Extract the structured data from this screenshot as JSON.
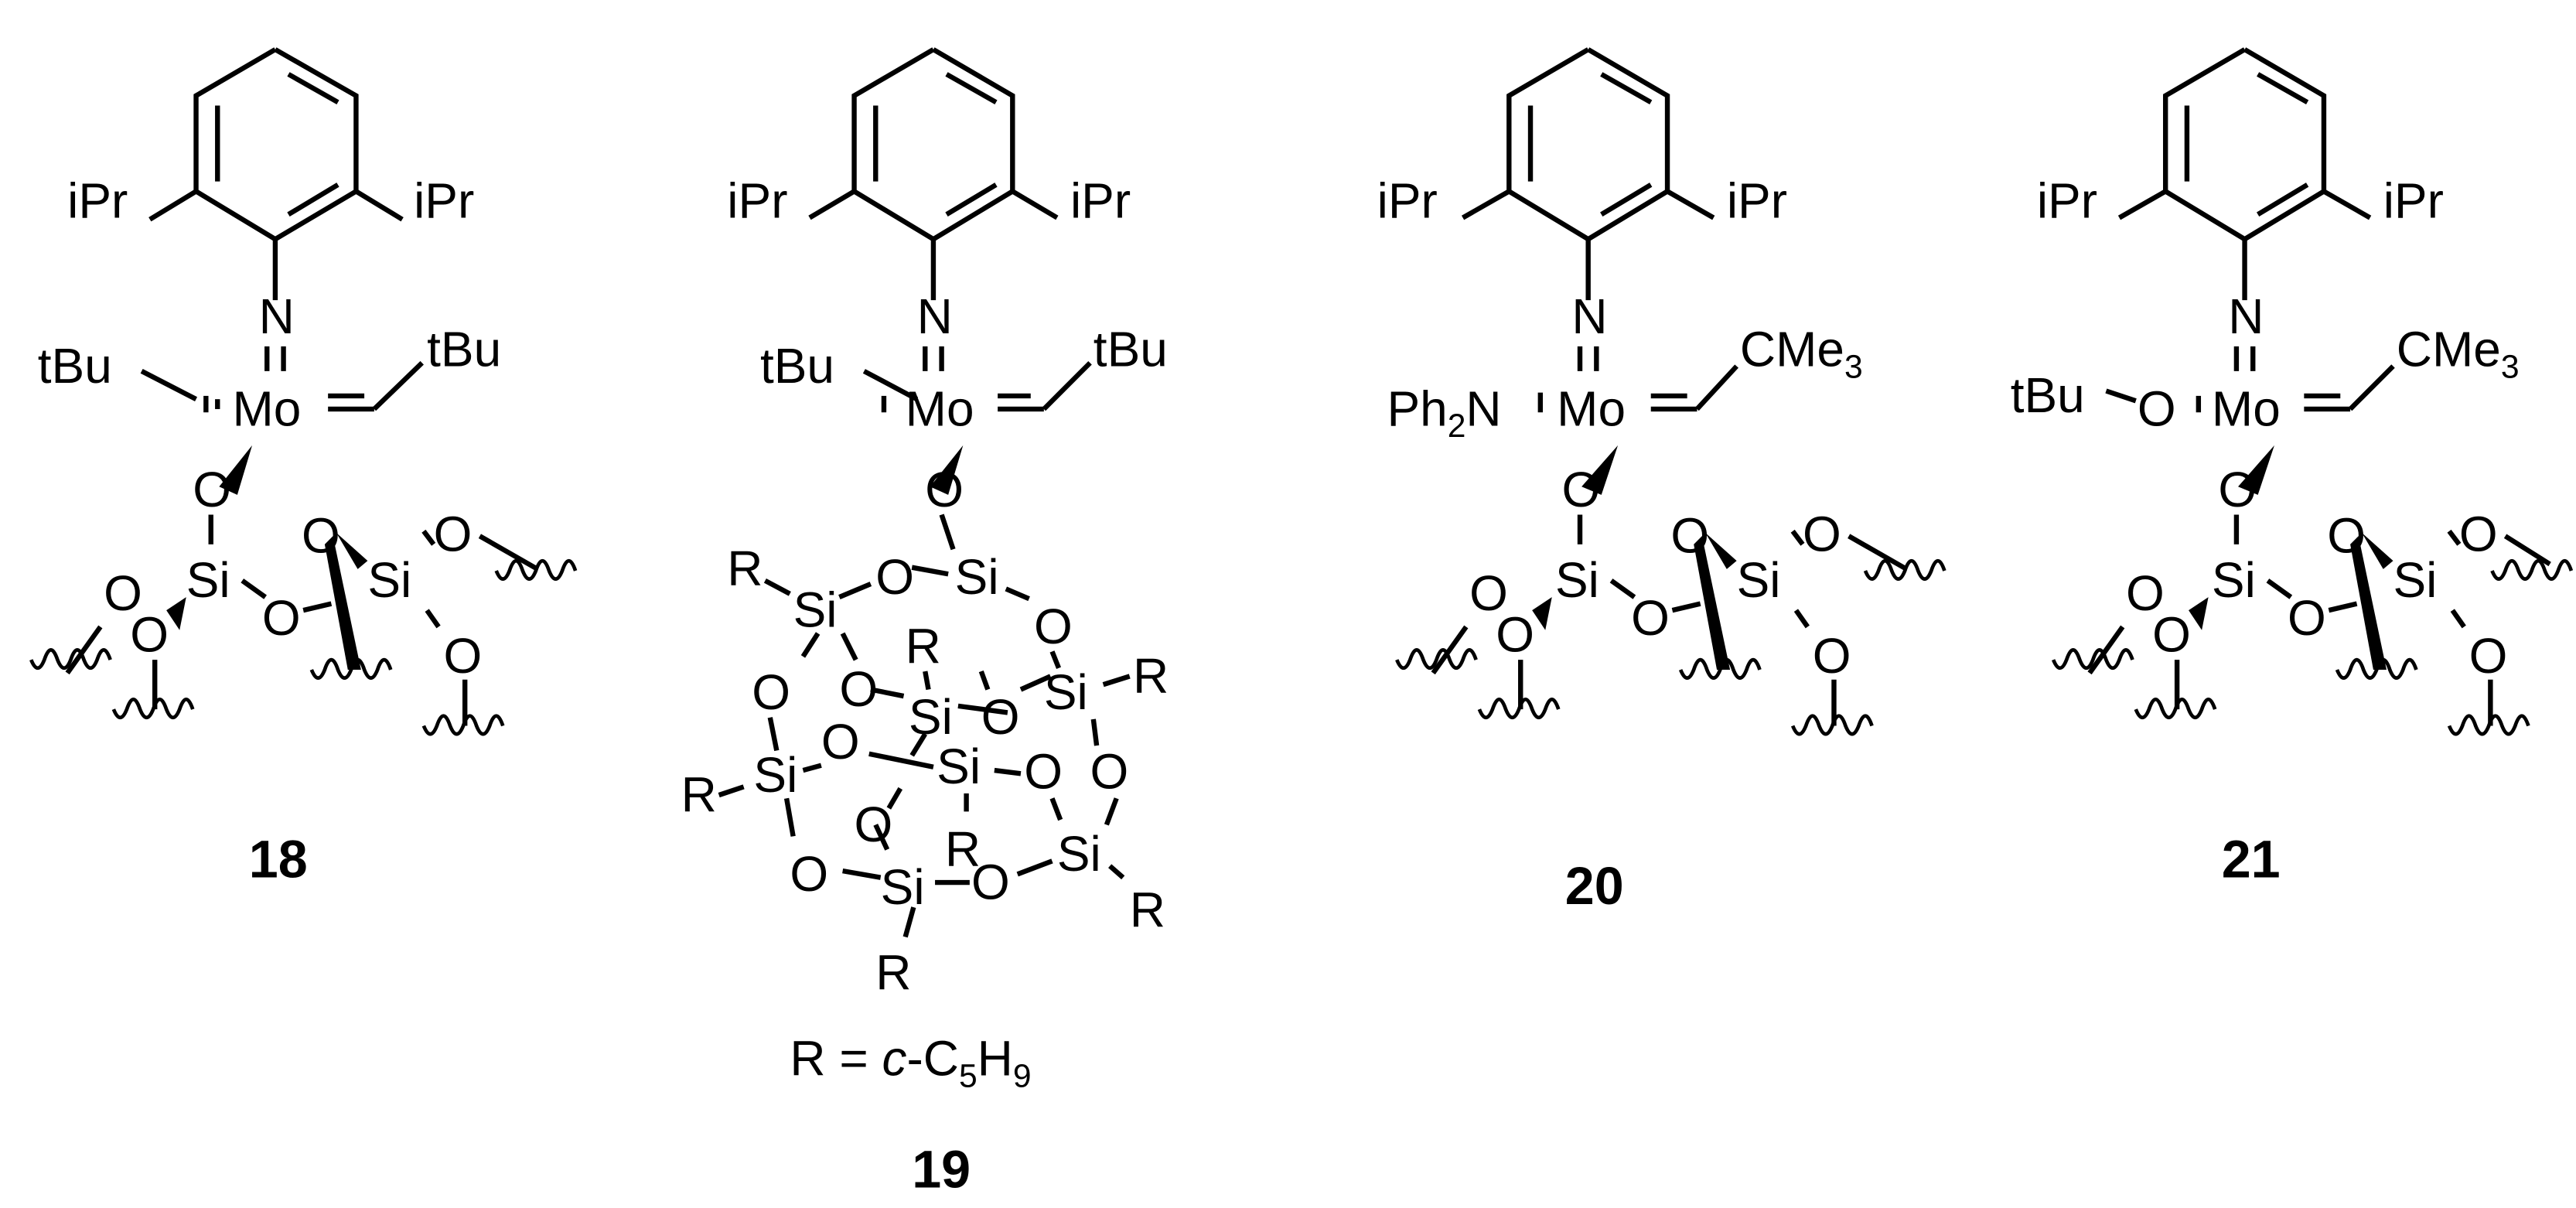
{
  "figure": {
    "background": "#ffffff",
    "ink": "#000000",
    "compounds": [
      {
        "id": "18",
        "label": "18",
        "aryl_substituents": [
          "iPr",
          "iPr"
        ],
        "imido_atom": "N",
        "metal": "Mo",
        "ligand_left": "tBu",
        "alkylidene_group": "tBu",
        "surface_atoms": {
          "o_mo": "O",
          "si1": "Si",
          "si2": "Si",
          "o": "O"
        }
      },
      {
        "id": "19",
        "label": "19",
        "aryl_substituents": [
          "iPr",
          "iPr"
        ],
        "imido_atom": "N",
        "metal": "Mo",
        "ligand_left": "tBu",
        "alkylidene_group": "tBu",
        "cage_atoms": {
          "si": "Si",
          "o": "O",
          "r": "R"
        },
        "r_definition": {
          "prefix": "R = ",
          "italic": "c",
          "rest": "-C",
          "sub1": "5",
          "mid": "H",
          "sub2": "9"
        }
      },
      {
        "id": "20",
        "label": "20",
        "aryl_substituents": [
          "iPr",
          "iPr"
        ],
        "imido_atom": "N",
        "metal": "Mo",
        "ligand_left": {
          "main": "Ph",
          "sub": "2",
          "tail": "N"
        },
        "alkylidene_group": {
          "main": "CMe",
          "sub": "3"
        },
        "surface_atoms": {
          "o_mo": "O",
          "si1": "Si",
          "si2": "Si",
          "o": "O"
        }
      },
      {
        "id": "21",
        "label": "21",
        "aryl_substituents": [
          "iPr",
          "iPr"
        ],
        "imido_atom": "N",
        "metal": "Mo",
        "ligand_left": {
          "tbu": "tBu",
          "o": "O"
        },
        "alkylidene_group": {
          "main": "CMe",
          "sub": "3"
        },
        "surface_atoms": {
          "o_mo": "O",
          "si1": "Si",
          "si2": "Si",
          "o": "O"
        }
      }
    ]
  }
}
